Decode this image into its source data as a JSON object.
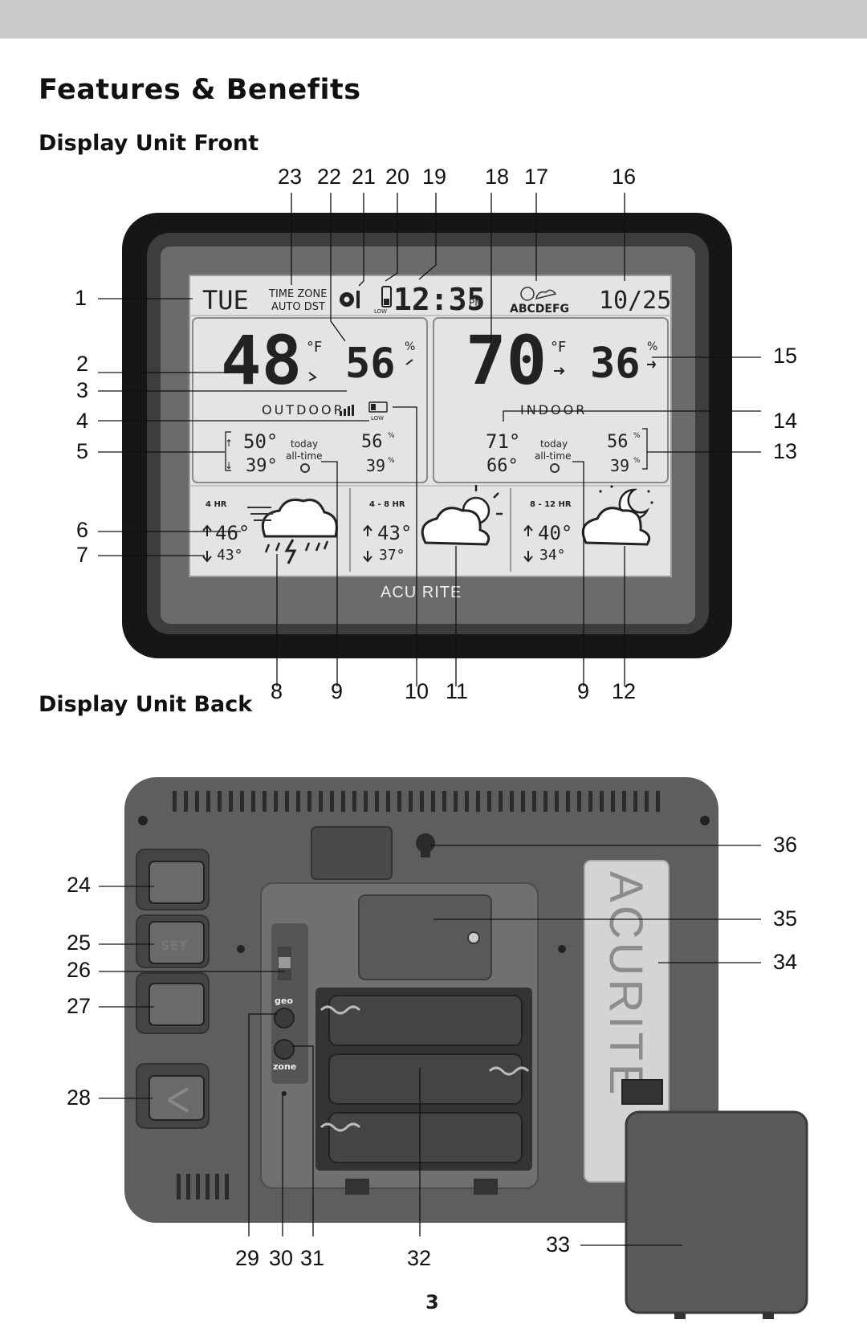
{
  "page": {
    "title": "Features & Benefits",
    "section_front": "Display Unit Front",
    "section_back": "Display Unit Back",
    "page_number": "3"
  },
  "front_callouts": {
    "top": [
      "23",
      "22",
      "21",
      "20",
      "19",
      "18",
      "17",
      "16"
    ],
    "left": [
      "1",
      "2",
      "3",
      "4",
      "5",
      "6",
      "7"
    ],
    "right": [
      "15",
      "14",
      "13"
    ],
    "bottom": [
      "8",
      "9",
      "10",
      "11",
      "9",
      "12"
    ]
  },
  "back_callouts": {
    "left": [
      "24",
      "25",
      "26",
      "27",
      "28"
    ],
    "right": [
      "36",
      "35",
      "34"
    ],
    "bottom": [
      "29",
      "30",
      "31",
      "32",
      "33"
    ]
  },
  "lcd": {
    "day": "TUE",
    "time_zone": "TIME ZONE",
    "auto_dst": "AUTO DST",
    "time": "12:35",
    "pm": "PM",
    "low": "LOW",
    "forecast_letters": "ABCDEFG",
    "date": "10/25",
    "outdoor_temp": "48",
    "outdoor_hum": "56",
    "outdoor_label": "OUTDOOR",
    "indoor_temp": "70",
    "indoor_hum": "36",
    "indoor_label": "INDOOR",
    "deg_f": "°F",
    "pct": "%",
    "out_hi_temp": "50°",
    "out_lo_temp": "39°",
    "out_hi_hum": "56",
    "out_lo_hum": "39",
    "in_hi_temp": "71°",
    "in_lo_temp": "66°",
    "in_hi_hum": "56",
    "in_lo_hum": "39",
    "today": "today",
    "all_time": "all-time",
    "f1_label": "4 HR",
    "f1_hi": "46°",
    "f1_lo": "43°",
    "f2_label": "4 - 8 HR",
    "f2_hi": "43°",
    "f2_lo": "37°",
    "f3_label": "8 - 12 HR",
    "f3_hi": "40°",
    "f3_lo": "34°",
    "brand": "ACU RITE"
  },
  "back_unit": {
    "geo": "geo",
    "zone": "zone",
    "brand_vertical": "ACURITE",
    "set_button": "SET"
  }
}
